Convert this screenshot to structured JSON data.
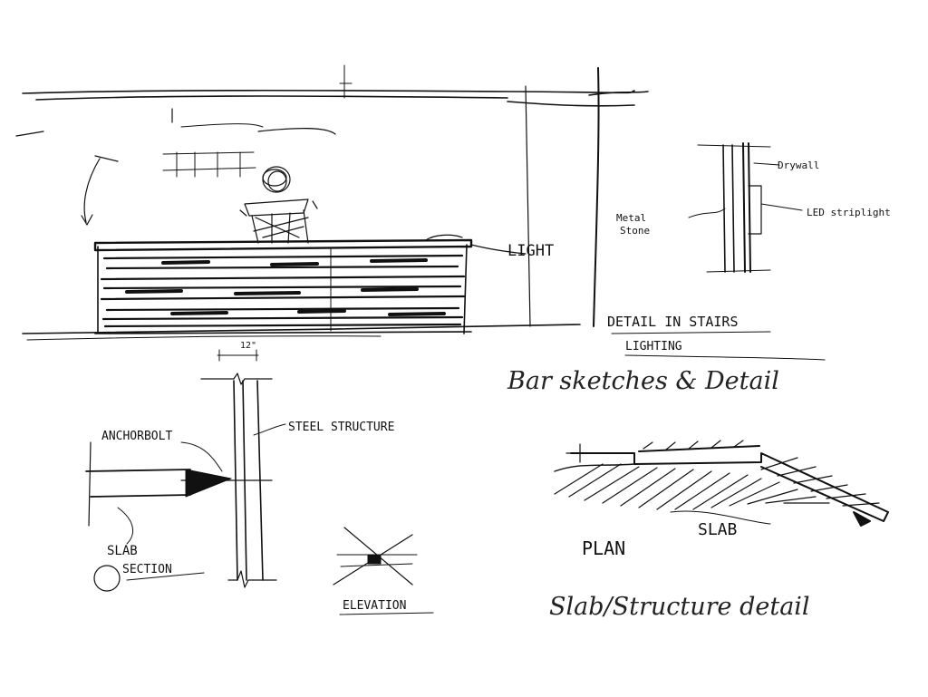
{
  "captions": {
    "bar": "Bar sketches & Detail",
    "slab": "Slab/Structure detail"
  },
  "labels": {
    "dimension": "12\"",
    "light": "LIGHT",
    "drywall": "Drywall",
    "led": "LED striplight",
    "metal": "Metal Stone",
    "detail_note": "DETAIL IN STAIRS",
    "lighting": "LIGHTING",
    "anchor": "ANCHORBOLT",
    "steel": "STEEL STRUCTURE",
    "slab_section": "SLAB",
    "section": "SECTION",
    "elevation": "ELEVATION",
    "plan": "PLAN",
    "slab_plan": "SLAB"
  },
  "colors": {
    "ink": "#111111",
    "paper": "#ffffff"
  }
}
